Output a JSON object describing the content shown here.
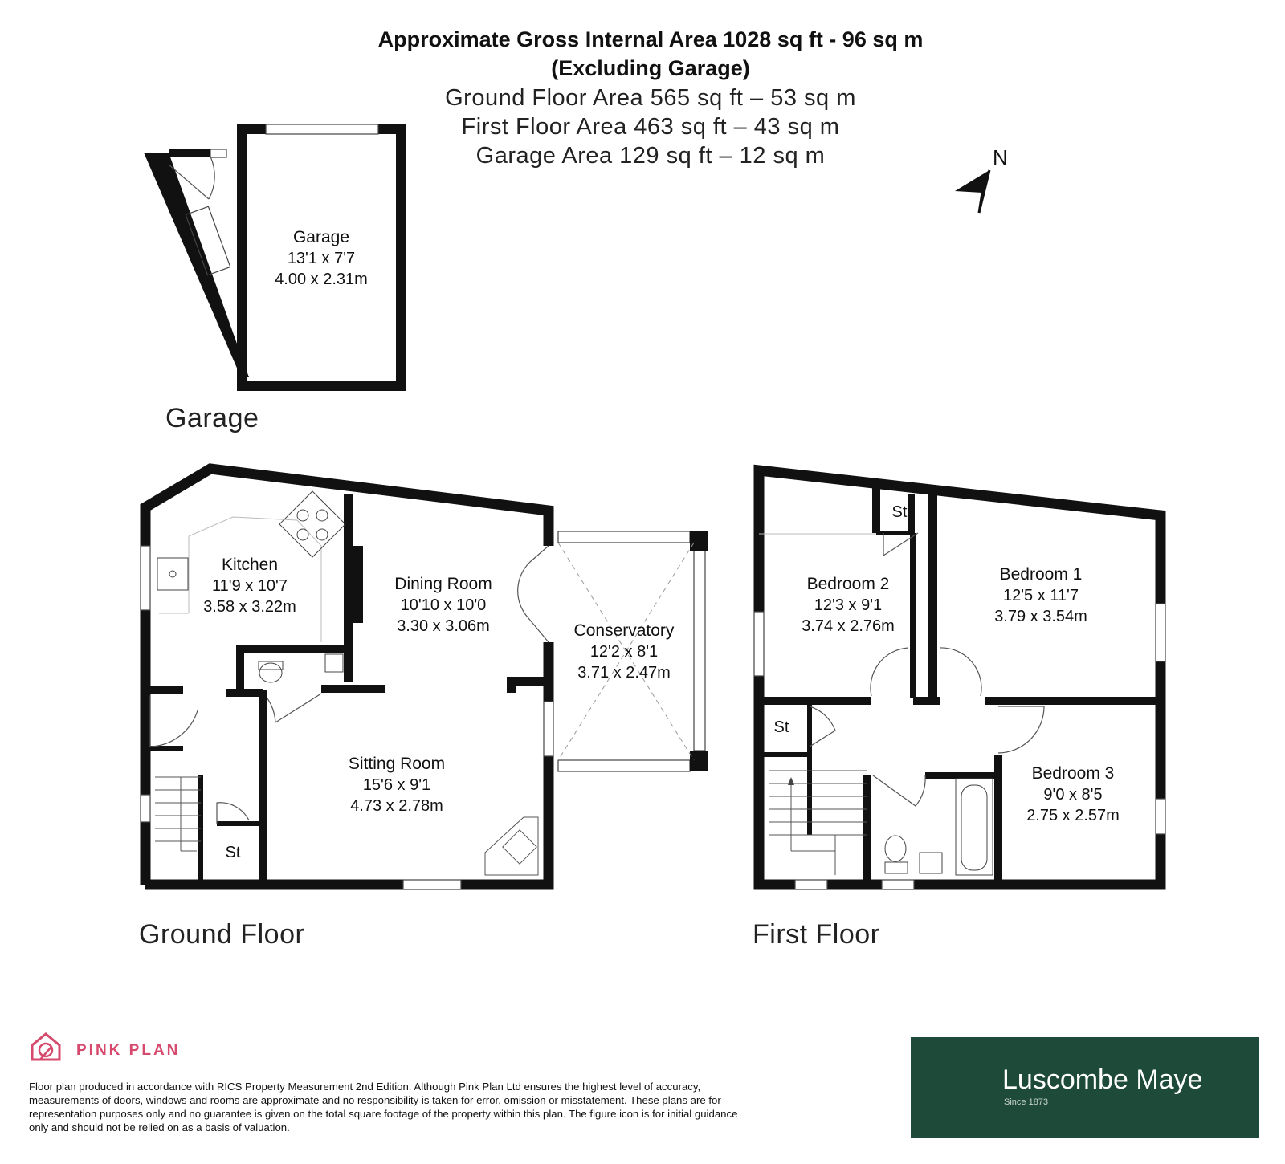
{
  "header": {
    "gross_area": "Approximate Gross Internal Area 1028 sq ft - 96 sq m",
    "excluding": "(Excluding Garage)",
    "ground_area": "Ground Floor Area 565 sq ft – 53 sq m",
    "first_area": "First Floor Area 463 sq ft – 43 sq m",
    "garage_area": "Garage Area 129 sq ft – 12 sq m"
  },
  "compass": {
    "label": "N"
  },
  "floors": {
    "garage": "Garage",
    "ground": "Ground Floor",
    "first": "First Floor"
  },
  "rooms": {
    "garage": {
      "name": "Garage",
      "imperial": "13'1 x 7'7",
      "metric": "4.00 x 2.31m"
    },
    "kitchen": {
      "name": "Kitchen",
      "imperial": "11'9 x 10'7",
      "metric": "3.58 x 3.22m"
    },
    "dining": {
      "name": "Dining Room",
      "imperial": "10'10 x 10'0",
      "metric": "3.30 x 3.06m"
    },
    "conservatory": {
      "name": "Conservatory",
      "imperial": "12'2 x 8'1",
      "metric": "3.71 x 2.47m"
    },
    "sitting": {
      "name": "Sitting Room",
      "imperial": "15'6 x 9'1",
      "metric": "4.73 x 2.78m"
    },
    "bedroom1": {
      "name": "Bedroom 1",
      "imperial": "12'5 x 11'7",
      "metric": "3.79 x 3.54m"
    },
    "bedroom2": {
      "name": "Bedroom 2",
      "imperial": "12'3 x 9'1",
      "metric": "3.74 x 2.76m"
    },
    "bedroom3": {
      "name": "Bedroom 3",
      "imperial": "9'0 x 8'5",
      "metric": "2.75 x 2.57m"
    }
  },
  "storage_label": "St",
  "brand": {
    "name": "PINK PLAN",
    "color": "#d64a6e",
    "disclaimer": "Floor plan produced in accordance with RICS Property Measurement 2nd Edition. Although Pink Plan Ltd ensures the highest level of accuracy, measurements of doors, windows and rooms are approximate and no responsibility is taken for error, omission or misstatement. These plans are for representation purposes only and no guarantee is given on the total square footage of the property within this plan. The figure icon is for initial guidance only and should not be relied on as a basis of valuation."
  },
  "agent": {
    "name": "Luscombe Maye",
    "since": "Since 1873",
    "color": "#1e4a3a"
  }
}
